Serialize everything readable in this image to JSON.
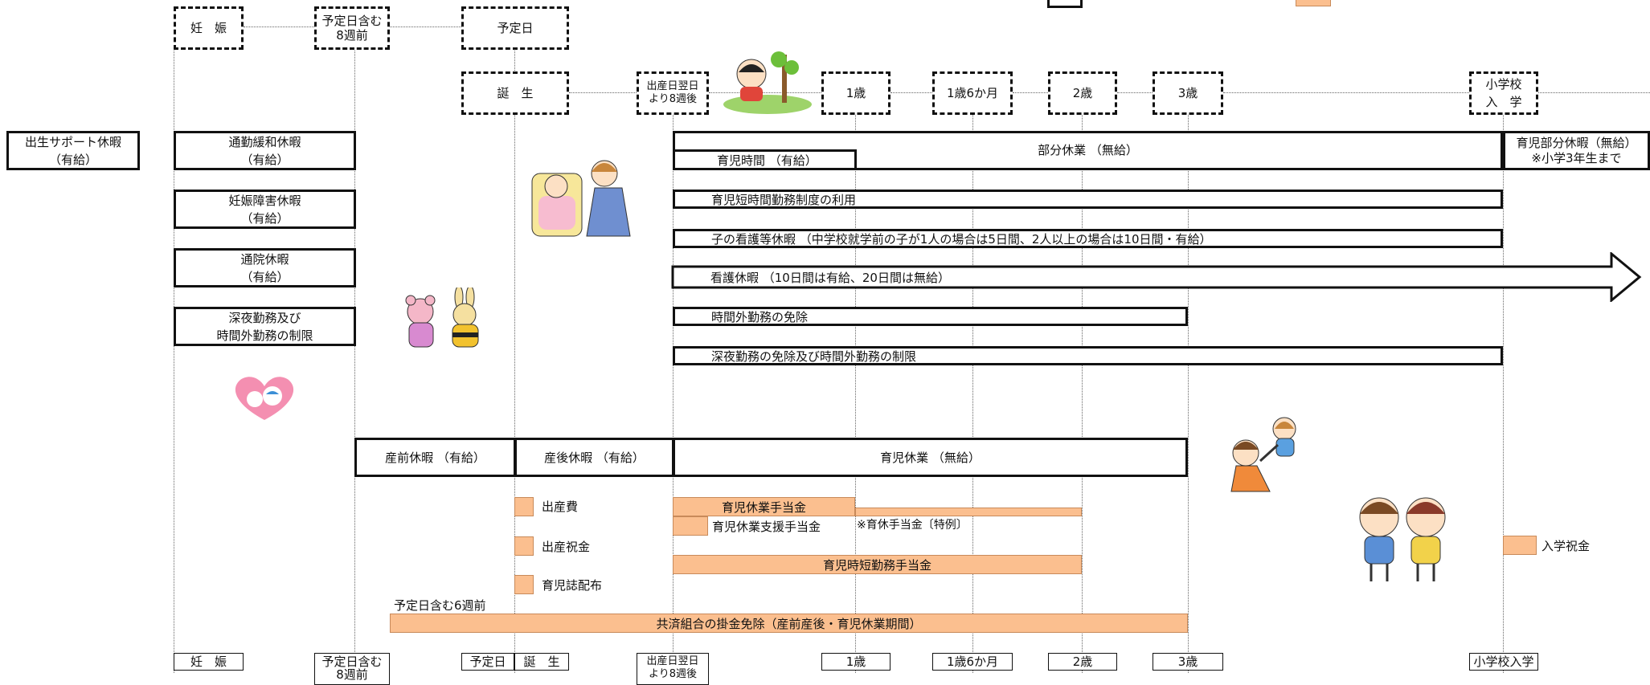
{
  "legend": {
    "item1": "",
    "item2": ""
  },
  "top_milestones": {
    "pregnancy": "妊　娠",
    "eight_weeks_before": "予定日含む\n8週前",
    "due_date": "予定日"
  },
  "milestones": {
    "birth": "誕　生",
    "eight_weeks_after": "出産日翌日\nより8週後",
    "age1": "1歳",
    "age1_6": "1歳6か月",
    "age2": "2歳",
    "age3": "3歳",
    "school": "小学校\n入　学"
  },
  "left_leave": "出生サポート休暇\n（有給）",
  "pregnancy_boxes": [
    "通勤緩和休暇\n（有給）",
    "妊娠障害休暇\n（有給）",
    "通院休暇\n（有給）",
    "深夜勤務及び\n時間外勤務の制限"
  ],
  "childcare_rows": {
    "partial_leave": "部分休業 （無給）",
    "childcare_time": "育児時間 （有給）",
    "partial_leave_after_school": "育児部分休暇（無給）\n※小学3年生まで",
    "short_time": "育児短時間勤務制度の利用",
    "child_nursing": "子の看護等休暇 （中学校就学前の子が1人の場合は5日間、2人以上の場合は10日間・有給）",
    "nursing_care": "看護休暇 （10日間は有給、20日間は無給）",
    "overtime_exempt": "時間外勤務の免除",
    "late_night_exempt": "深夜勤務の免除及び時間外勤務の制限"
  },
  "leave_row": {
    "prenatal": "産前休暇 （有給）",
    "postnatal": "産後休暇 （有給）",
    "childcare_leave": "育児休業 （無給）"
  },
  "benefits": {
    "birth_cost": "出産費",
    "birth_gift": "出産祝金",
    "magazine": "育児誌配布",
    "childcare_allowance": "育児休業手当金",
    "support_allowance": "育児休業支援手当金",
    "special_note": "※育休手当金〔特例〕",
    "short_time_allowance": "育児時短勤務手当金",
    "six_weeks": "予定日含む6週前",
    "premium_exempt": "共済組合の掛金免除（産前産後・育児休業期間）",
    "school_gift": "入学祝金"
  },
  "bottom_axis": {
    "pregnancy": "妊　娠",
    "eight_weeks_before": "予定日含む\n8週前",
    "due_date": "予定日",
    "birth": "誕　生",
    "eight_weeks_after": "出産日翌日\nより8週後",
    "age1": "1歳",
    "age1_6": "1歳6か月",
    "age2": "2歳",
    "age3": "3歳",
    "school": "小学校入学"
  },
  "colors": {
    "benefit_fill": "#fbbf8f",
    "line": "#111111"
  },
  "illustrations": [
    "baby-sitting-icon",
    "mother-baby-icon",
    "stuffed-animals-icon",
    "pregnancy-logo-icon",
    "parent-child-icon",
    "children-icon"
  ]
}
